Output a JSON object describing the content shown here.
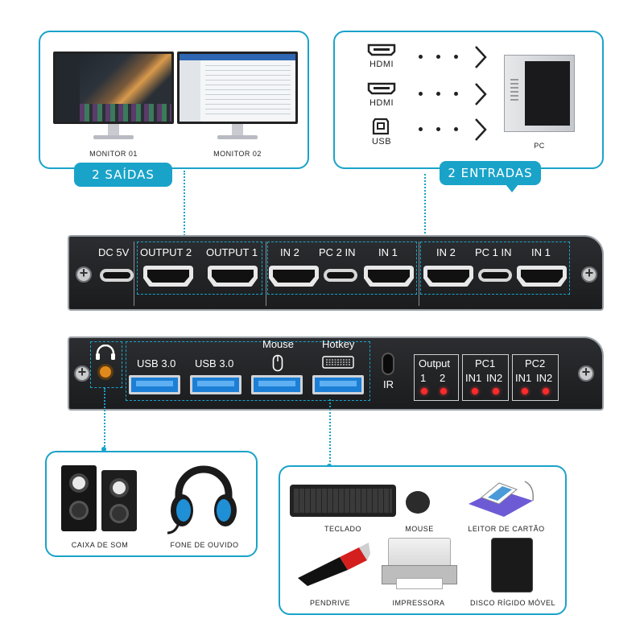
{
  "top_left": {
    "monitors": [
      "MONITOR 01",
      "MONITOR 02"
    ],
    "pill": "2 SAÍDAS"
  },
  "top_right": {
    "ports": [
      "HDMI",
      "HDMI",
      "USB"
    ],
    "pc_label": "PC",
    "pill": "2 ENTRADAS"
  },
  "front_panel": {
    "dc": "DC 5V",
    "output2": "OUTPUT 2",
    "output1": "OUTPUT 1",
    "group2": [
      "IN 2",
      "PC 2 IN",
      "IN 1"
    ],
    "group1": [
      "IN 2",
      "PC 1 IN",
      "IN 1"
    ]
  },
  "back_panel": {
    "usb1": "USB 3.0",
    "usb2": "USB 3.0",
    "mouse": "Mouse",
    "hotkey": "Hotkey",
    "ir": "IR",
    "output": {
      "title": "Output",
      "a": "1",
      "b": "2"
    },
    "pc1": {
      "title": "PC1",
      "a": "IN1",
      "b": "IN2"
    },
    "pc2": {
      "title": "PC2",
      "a": "IN1",
      "b": "IN2"
    }
  },
  "bottom_left": {
    "items": [
      "CAIXA DE SOM",
      "FONE DE OUVIDO"
    ]
  },
  "bottom_right": {
    "items": [
      "TECLADO",
      "MOUSE",
      "LEITOR DE CARTÃO",
      "PENDRIVE",
      "IMPRESSORA",
      "DISCO RÍGIDO MÓVEL"
    ]
  },
  "colors": {
    "accent": "#1aa3c9",
    "led": "#ff2a2a",
    "usb": "#1c7fd6"
  }
}
